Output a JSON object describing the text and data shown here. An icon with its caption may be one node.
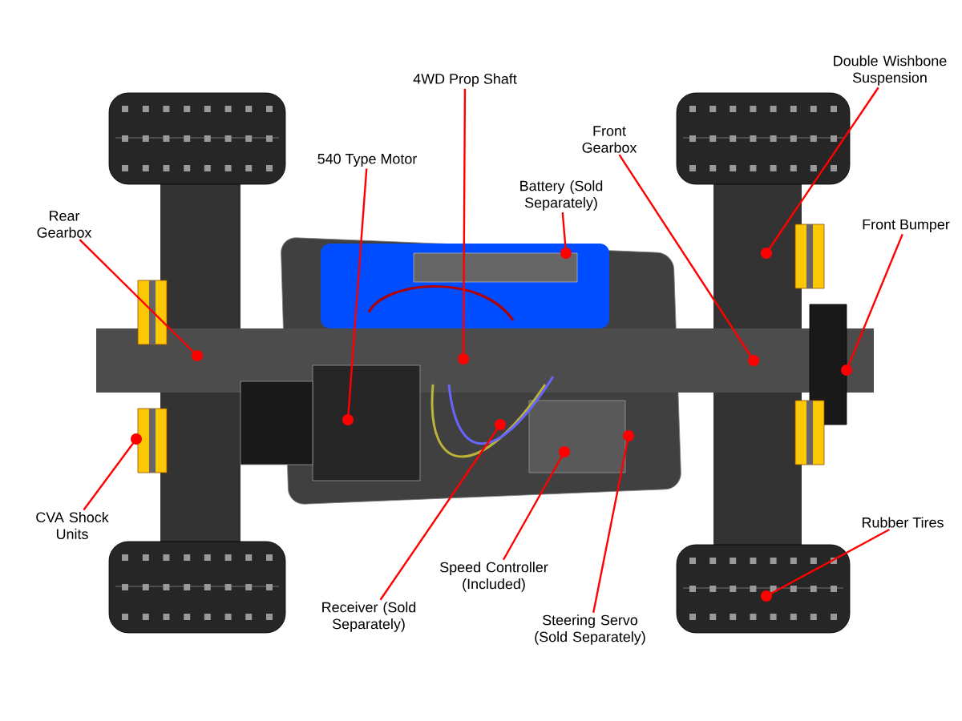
{
  "diagram": {
    "nodes": [
      {
        "text": [
          "Rear Gearbox"
        ]
      },
      {
        "text": [
          "540 Type Motor"
        ]
      },
      {
        "text": [
          "4WD Prop Shaft"
        ]
      },
      {
        "text": [
          "Battery (Sold Separately)"
        ]
      },
      {
        "text": [
          "Front Gearbox"
        ]
      },
      {
        "text": [
          "Double Wishbone Suspension"
        ]
      },
      {
        "text": [
          "Front Bumper"
        ]
      },
      {
        "text": [
          "CVA Shock Units"
        ]
      },
      {
        "text": [
          "Receiver (Sold Separately)"
        ]
      },
      {
        "text": [
          "Speed Controller (Included)"
        ]
      },
      {
        "text": [
          "Steering Servo (Sold Separately)"
        ]
      },
      {
        "text": [
          "Rubber Tires"
        ]
      }
    ],
    "edges": [
      {
        "from": 0,
        "to": null,
        "arrow": "other"
      },
      {
        "from": 1,
        "to": null,
        "arrow": "other"
      },
      {
        "from": 2,
        "to": null,
        "arrow": "other"
      },
      {
        "from": 3,
        "to": null,
        "arrow": "other"
      },
      {
        "from": 4,
        "to": null,
        "arrow": "other"
      },
      {
        "from": 5,
        "to": null,
        "arrow": "other"
      },
      {
        "from": 6,
        "to": null,
        "arrow": "other"
      },
      {
        "from": 7,
        "to": null,
        "arrow": "other"
      },
      {
        "from": 8,
        "to": null,
        "arrow": "other"
      },
      {
        "from": 9,
        "to": null,
        "arrow": "other"
      },
      {
        "from": 10,
        "to": null,
        "arrow": "other"
      },
      {
        "from": 11,
        "to": null,
        "arrow": "other"
      }
    ]
  }
}
